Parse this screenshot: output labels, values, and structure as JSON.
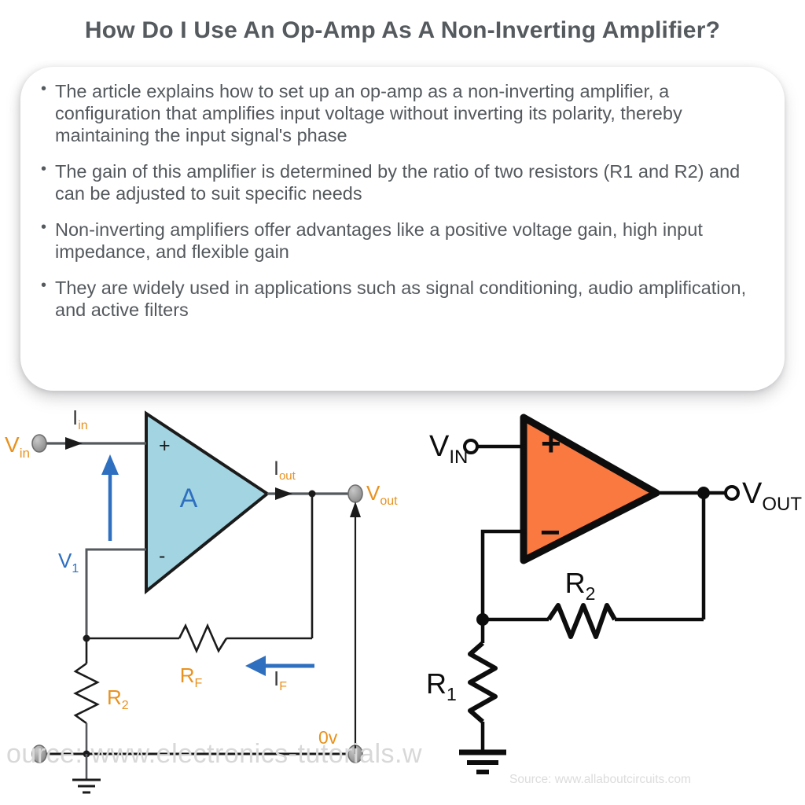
{
  "header": {
    "title": "How Do I Use An Op-Amp As A Non-Inverting Amplifier?"
  },
  "summary": {
    "bullets": [
      "The article explains how to set up an op-amp as a non-inverting amplifier, a configuration that amplifies input voltage without inverting its polarity, thereby maintaining the input signal's phase",
      "The gain of this amplifier is determined by the ratio of two resistors (R1 and R2) and can be adjusted to suit specific needs",
      "Non-inverting amplifiers offer advantages like a positive voltage gain, high input impedance, and flexible gain",
      "They are widely used in applications such as signal conditioning, audio amplification, and active filters"
    ]
  },
  "figures": {
    "left": {
      "opamp_fill": "#a3d4e2",
      "opamp_label": "A",
      "opamp_plus": "+",
      "opamp_minus": "-",
      "label_vin": "V",
      "label_vin_sub": "in",
      "label_iin": "I",
      "label_iin_sub": "in",
      "label_iout": "I",
      "label_iout_sub": "out",
      "label_vout": "V",
      "label_vout_sub": "out",
      "label_v1": "V",
      "label_v1_sub": "1",
      "label_rf": "R",
      "label_rf_sub": "F",
      "label_if": "I",
      "label_if_sub": "F",
      "label_r2": "R",
      "label_r2_sub": "2",
      "label_0v": "0v",
      "watermark": "ource: www.electronics-tutorials.w",
      "accent_orange": "#e8921f",
      "accent_blue": "#2e6fc0"
    },
    "right": {
      "opamp_fill": "#f97941",
      "opamp_plus": "+",
      "opamp_minus": "−",
      "label_vin": "V",
      "label_vin_sub": "IN",
      "label_vout": "V",
      "label_vout_sub": "OUT",
      "label_r1": "R",
      "label_r1_sub": "1",
      "label_r2": "R",
      "label_r2_sub": "2",
      "source": "Source: www.allaboutcircuits.com"
    }
  }
}
